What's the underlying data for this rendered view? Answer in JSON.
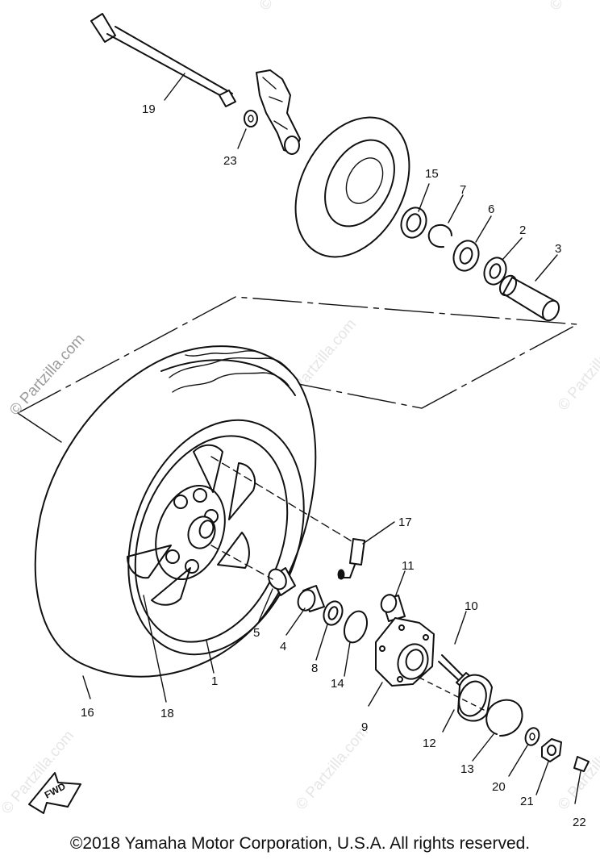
{
  "watermark": "© Partzilla.com",
  "copyright": "©2018 Yamaha Motor Corporation, U.S.A. All rights reserved.",
  "fwd_label": "FWD",
  "callouts": [
    {
      "id": "c1",
      "label": "1"
    },
    {
      "id": "c2",
      "label": "2"
    },
    {
      "id": "c3",
      "label": "3"
    },
    {
      "id": "c4",
      "label": "4"
    },
    {
      "id": "c5",
      "label": "5"
    },
    {
      "id": "c6",
      "label": "6"
    },
    {
      "id": "c7",
      "label": "7"
    },
    {
      "id": "c8",
      "label": "8"
    },
    {
      "id": "c9",
      "label": "9"
    },
    {
      "id": "c10",
      "label": "10"
    },
    {
      "id": "c11",
      "label": "11"
    },
    {
      "id": "c12",
      "label": "12"
    },
    {
      "id": "c13",
      "label": "13"
    },
    {
      "id": "c14",
      "label": "14"
    },
    {
      "id": "c15",
      "label": "15"
    },
    {
      "id": "c16",
      "label": "16"
    },
    {
      "id": "c17",
      "label": "17"
    },
    {
      "id": "c18",
      "label": "18"
    },
    {
      "id": "c19",
      "label": "19"
    },
    {
      "id": "c20",
      "label": "20"
    },
    {
      "id": "c21",
      "label": "21"
    },
    {
      "id": "c22",
      "label": "22"
    },
    {
      "id": "c23",
      "label": "23"
    }
  ]
}
